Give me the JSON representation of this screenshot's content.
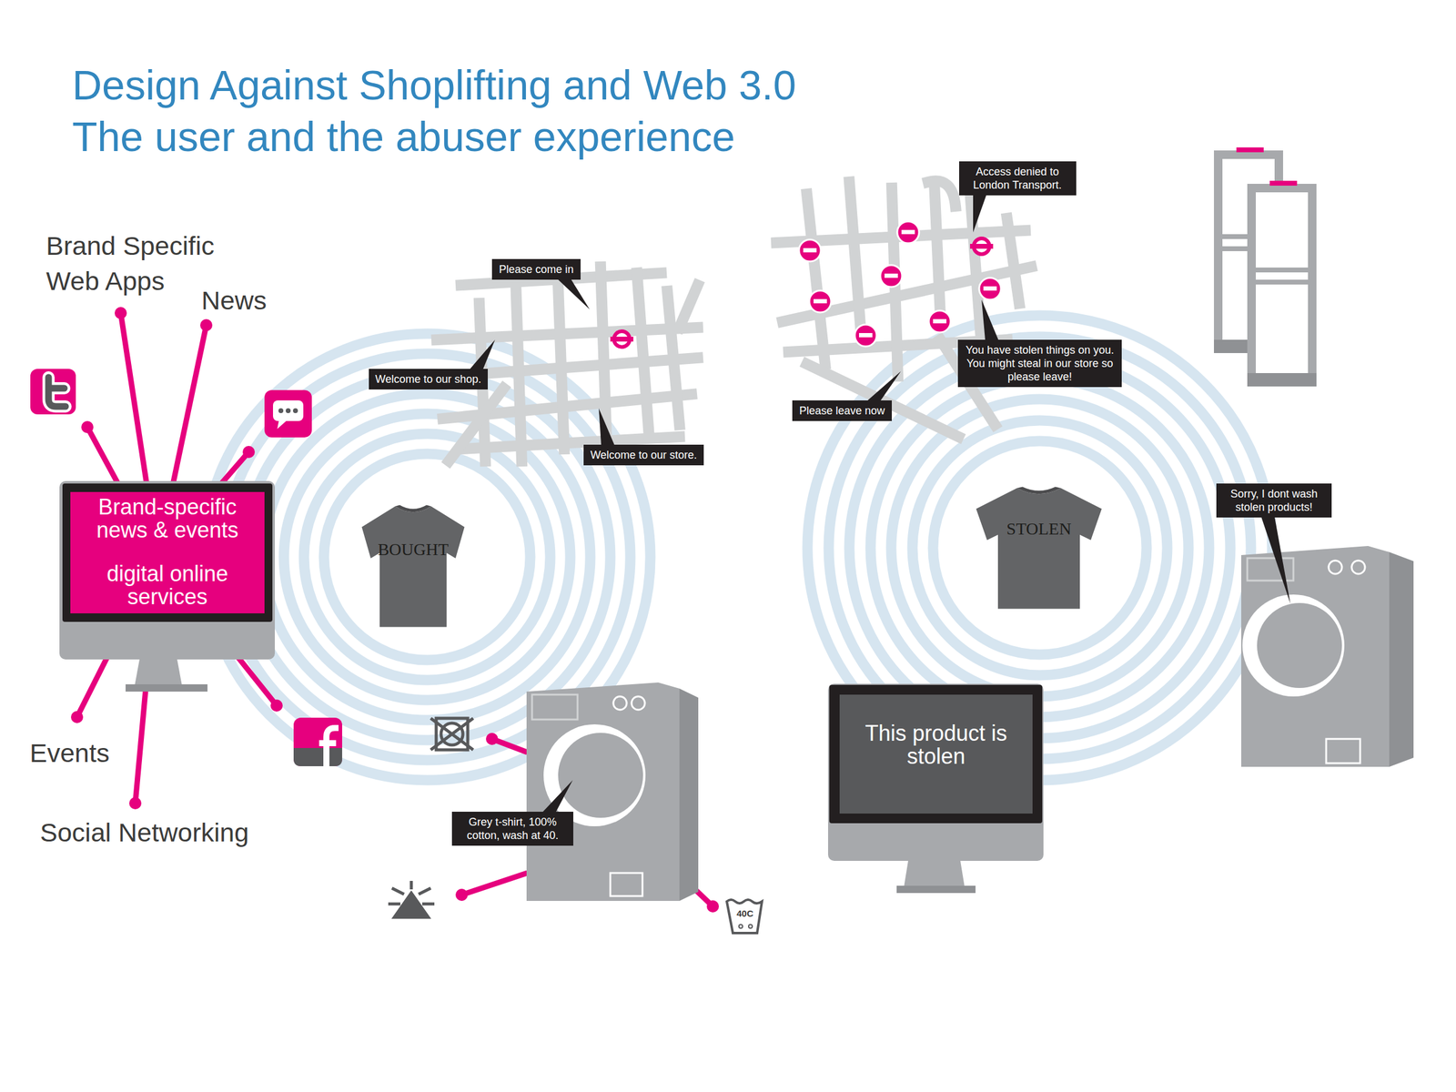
{
  "diagram": {
    "title": "Design Against Shoplifting and Web 3.0",
    "nodes": [
      {
        "text": [
          "Please come in"
        ]
      },
      {
        "text": [
          "Welcome to our shop."
        ]
      },
      {
        "text": [
          "Welcome to our store."
        ]
      },
      {
        "text": [
          "Brand-specific news & events",
          "digital online services"
        ]
      },
      {
        "text": [
          "BOUGHT"
        ]
      },
      {
        "text": [
          "Grey t-shirt, 100% cotton, wash at 40."
        ]
      },
      {
        "text": [
          "Access denied to London Transport."
        ]
      },
      {
        "text": [
          "You have stolen things on you. You might steal in our store so please leave!"
        ]
      },
      {
        "text": [
          "Please leave now"
        ]
      },
      {
        "text": [
          "STOLEN"
        ]
      },
      {
        "text": [
          "Sorry, I dont wash stolen products!"
        ]
      },
      {
        "text": [
          "This product is stolen"
        ]
      }
    ],
    "labels": [
      "The user and the abuser experience",
      "Brand Specific Web Apps",
      "News",
      "Events",
      "Social Networking",
      "40C"
    ]
  }
}
